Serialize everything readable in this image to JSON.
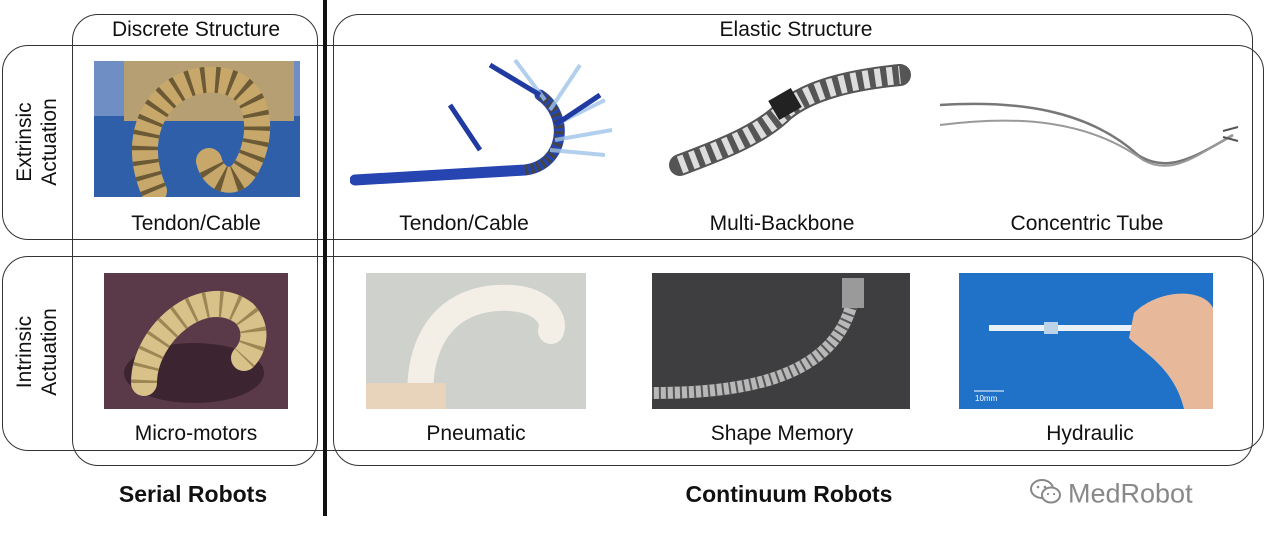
{
  "headers": {
    "discrete": "Discrete Structure",
    "elastic": "Elastic Structure"
  },
  "rows": {
    "extrinsic": [
      "Extrinsic",
      "Actuation"
    ],
    "intrinsic": [
      "Intrinsic",
      "Actuation"
    ]
  },
  "captions": {
    "serial_tendon": "Tendon/Cable",
    "continuum_tendon": "Tendon/Cable",
    "multi_backbone": "Multi-Backbone",
    "concentric_tube": "Concentric Tube",
    "micro_motors": "Micro-motors",
    "pneumatic": "Pneumatic",
    "shape_memory": "Shape Memory",
    "hydraulic": "Hydraulic"
  },
  "footer": {
    "serial": "Serial Robots",
    "continuum": "Continuum Robots"
  },
  "watermark": "MedRobot",
  "hydraulic_scale": "10mm"
}
